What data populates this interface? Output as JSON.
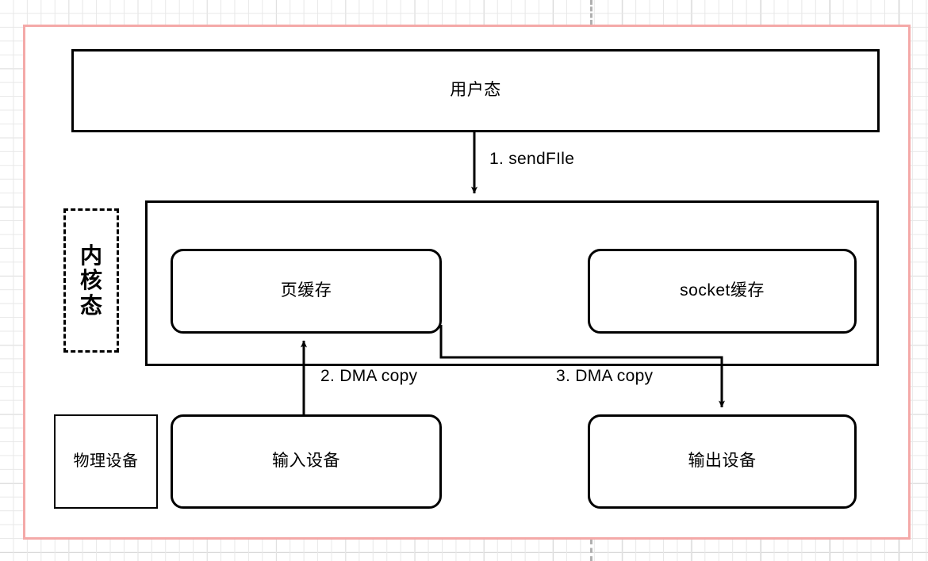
{
  "canvas": {
    "background": "#ffffff",
    "grid_minor_color": "#e8e8e8",
    "grid_major_color": "#c9c9c9",
    "frame_color": "#f4a9a8",
    "stroke_color": "#000000"
  },
  "diagram": {
    "title_text": "",
    "nodes": [
      {
        "id": "user-mode",
        "label": "用户态",
        "shape": "rect"
      },
      {
        "id": "kernel-mode",
        "label": "",
        "shape": "rect"
      },
      {
        "id": "kernel-label",
        "label": "内核态",
        "shape": "dashed-rect-vertical"
      },
      {
        "id": "page-cache",
        "label": "页缓存",
        "shape": "rounded-rect"
      },
      {
        "id": "socket-cache",
        "label": "socket缓存",
        "shape": "rounded-rect"
      },
      {
        "id": "physical-device",
        "label": "物理设备",
        "shape": "rect"
      },
      {
        "id": "input-device",
        "label": "输入设备",
        "shape": "rounded-rect"
      },
      {
        "id": "output-device",
        "label": "输出设备",
        "shape": "rounded-rect"
      }
    ],
    "edges": [
      {
        "id": "edge-1",
        "label": "1. sendFIle",
        "from": "user-mode",
        "to": "kernel-mode",
        "arrow": "down"
      },
      {
        "id": "edge-2",
        "label": "2. DMA copy",
        "from": "input-device",
        "to": "page-cache",
        "arrow": "up"
      },
      {
        "id": "edge-3",
        "label": "3. DMA copy",
        "from": "page-cache",
        "to": "output-device",
        "arrow": "down"
      }
    ]
  }
}
